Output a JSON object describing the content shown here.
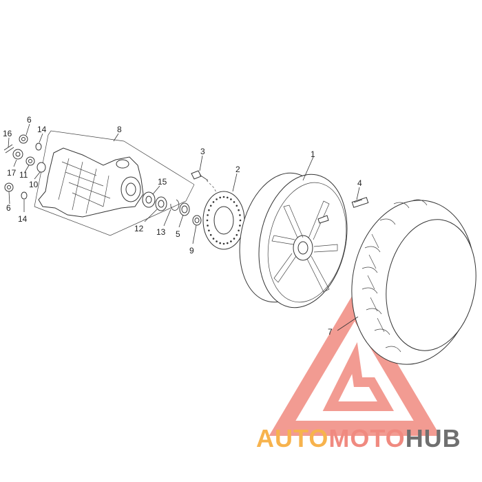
{
  "callouts": {
    "c1": "1",
    "c2": "2",
    "c3": "3",
    "c4": "4",
    "c5": "5",
    "c6a": "6",
    "c6b": "6",
    "c7": "7",
    "c8": "8",
    "c9": "9",
    "c10": "10",
    "c11": "11",
    "c12": "12",
    "c13": "13",
    "c14a": "14",
    "c14b": "14",
    "c15": "15",
    "c16": "16",
    "c17": "17"
  },
  "watermark": {
    "part1": "AUTO",
    "part2": "MOTO",
    "part3": "HUB",
    "color_orange": "#f7b34d",
    "color_red": "#f08a80",
    "color_gray": "#6f6f6f"
  }
}
